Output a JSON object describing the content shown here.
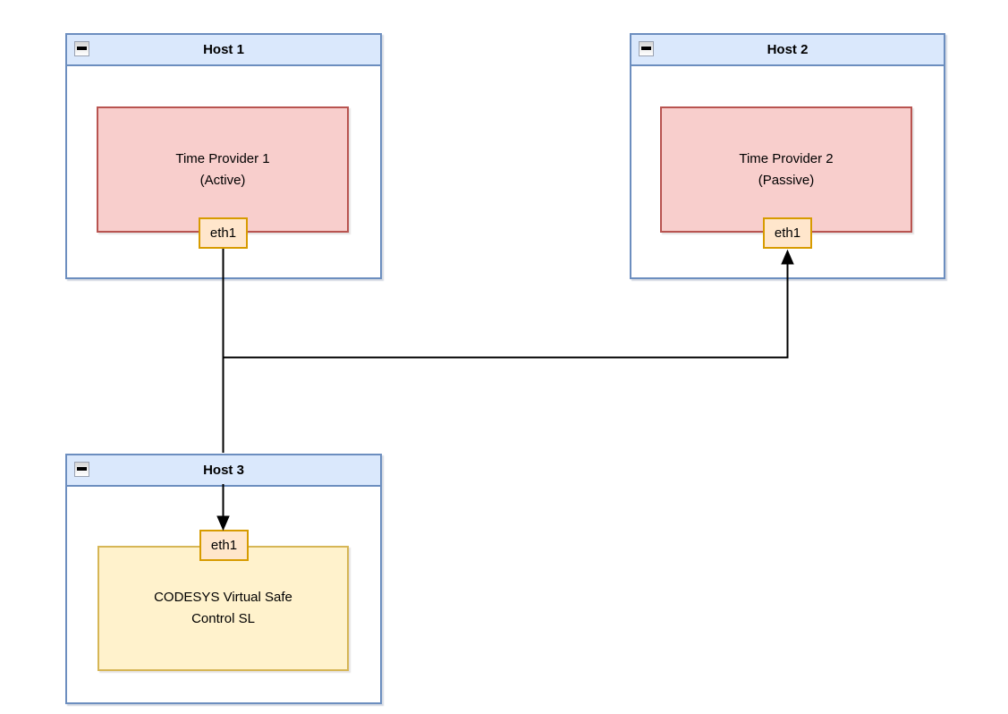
{
  "diagram": {
    "hosts": [
      {
        "id": "host1",
        "title": "Host 1",
        "collapse_icon": "minus",
        "node": {
          "label": "Time Provider 1",
          "sublabel": "(Active)",
          "type": "time-provider",
          "fill": "#f8cecc",
          "border": "#b85450"
        },
        "port": {
          "label": "eth1"
        }
      },
      {
        "id": "host2",
        "title": "Host 2",
        "collapse_icon": "minus",
        "node": {
          "label": "Time Provider 2",
          "sublabel": "(Passive)",
          "type": "time-provider",
          "fill": "#f8cecc",
          "border": "#b85450"
        },
        "port": {
          "label": "eth1"
        }
      },
      {
        "id": "host3",
        "title": "Host 3",
        "collapse_icon": "minus",
        "node": {
          "label": "CODESYS Virtual Safe",
          "sublabel": "Control SL",
          "type": "codesys-runtime",
          "fill": "#fff2cc",
          "border": "#d6b656"
        },
        "port": {
          "label": "eth1"
        }
      }
    ],
    "connections": [
      {
        "from": "host1.eth1",
        "to": "host3.eth1",
        "style": "solid",
        "arrowhead": "into-host3-eth1"
      },
      {
        "from": "host1.eth1",
        "to": "host2.eth1",
        "style": "solid",
        "arrowhead": "into-host2-eth1"
      }
    ],
    "colors": {
      "background": "#ffffff",
      "host_title_fill": "#dae8fc",
      "host_border": "#6c8ebf",
      "host_body_fill": "#ffffff",
      "provider_fill": "#f8cecc",
      "provider_border": "#b85450",
      "codesys_fill": "#fff2cc",
      "codesys_border": "#d6b656",
      "port_fill": "#ffe6cc",
      "port_border": "#d79b00",
      "connector": "#000000"
    }
  }
}
